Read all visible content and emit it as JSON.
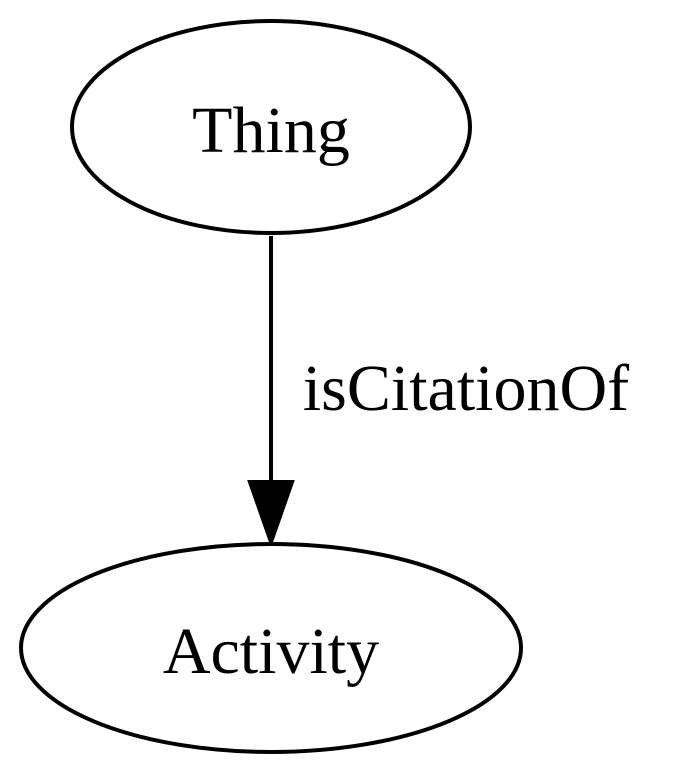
{
  "graph": {
    "nodes": {
      "source": {
        "label": "Thing"
      },
      "target": {
        "label": "Activity"
      }
    },
    "edge": {
      "label": "isCitationOf"
    }
  },
  "colors": {
    "stroke": "#000000",
    "fill": "#ffffff"
  }
}
